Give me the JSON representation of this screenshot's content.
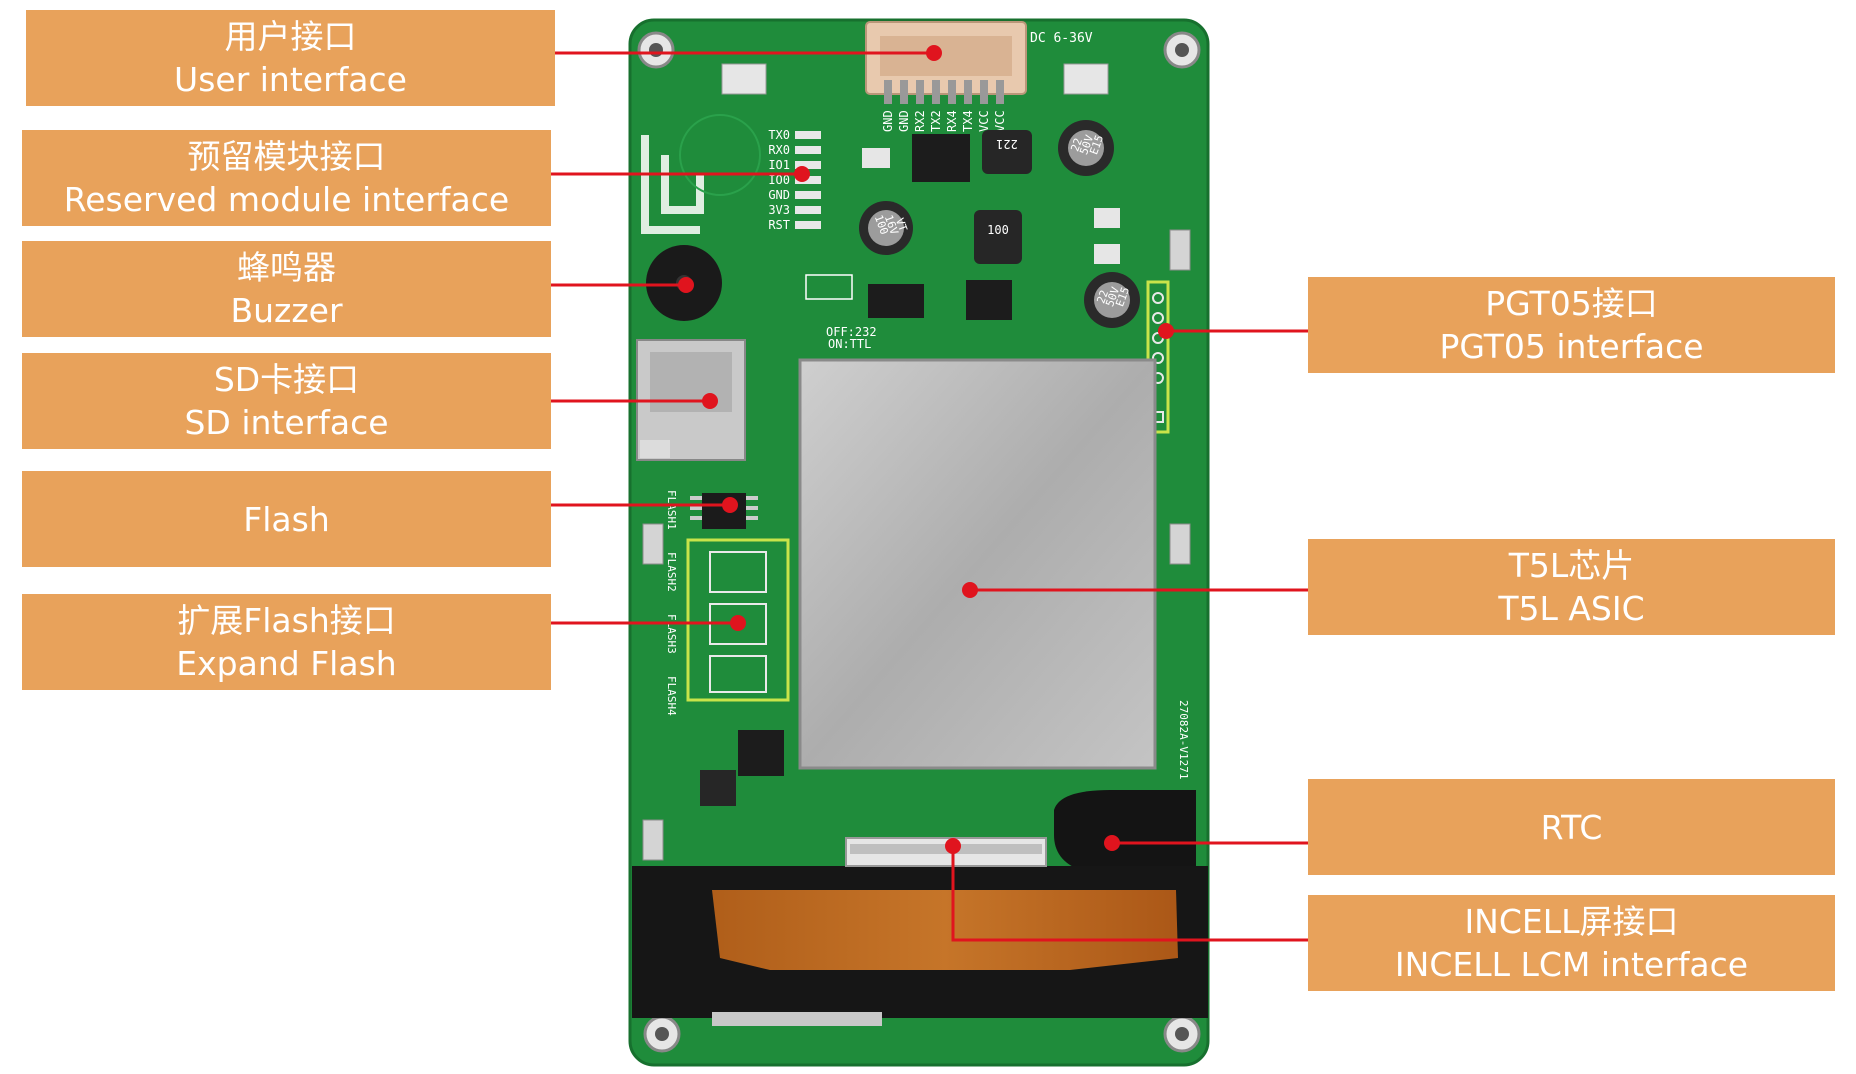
{
  "labels": {
    "user_interface": {
      "zh": "用户接口",
      "en": "User interface"
    },
    "reserved_module": {
      "zh": "预留模块接口",
      "en": "Reserved module interface"
    },
    "buzzer": {
      "zh": "蜂鸣器",
      "en": "Buzzer"
    },
    "sd_interface": {
      "zh": "SD卡接口",
      "en": "SD interface"
    },
    "flash": {
      "en": "Flash"
    },
    "expand_flash": {
      "zh": "扩展Flash接口",
      "en": "Expand Flash"
    },
    "pgt05": {
      "zh": "PGT05接口",
      "en": "PGT05 interface"
    },
    "t5l": {
      "zh": "T5L芯片",
      "en": "T5L ASIC"
    },
    "rtc": {
      "en": "RTC"
    },
    "incell": {
      "zh": "INCELL屏接口",
      "en": "INCELL LCM interface"
    }
  },
  "board_silkscreen": {
    "power": "DC 6-36V",
    "header_pins": [
      "GND",
      "GND",
      "RX2",
      "TX2",
      "RX4",
      "TX4",
      "VCC",
      "VCC"
    ],
    "module_pins": [
      "TX0",
      "RX0",
      "IO1",
      "IO0",
      "GND",
      "3V3",
      "RST"
    ],
    "uart_select": [
      "OFF:232",
      "ON:TTL"
    ],
    "flash_chips": [
      "FLASH1",
      "FLASH2",
      "FLASH3",
      "FLASH4"
    ],
    "cap_left": [
      "100",
      "16V",
      "VT"
    ],
    "cap_right_top": [
      "22",
      "50V",
      "E15"
    ],
    "cap_right_mid": [
      "22",
      "50V",
      "E15"
    ],
    "inductors": [
      "221",
      "100"
    ],
    "part_number": "27082A-V1271"
  },
  "colors": {
    "label_bg": "#e8a25b",
    "label_text": "#ffffff",
    "leader_line": "#e0141e",
    "pcb_green": "#1f8c3b",
    "shield": "#b8b8b8"
  }
}
